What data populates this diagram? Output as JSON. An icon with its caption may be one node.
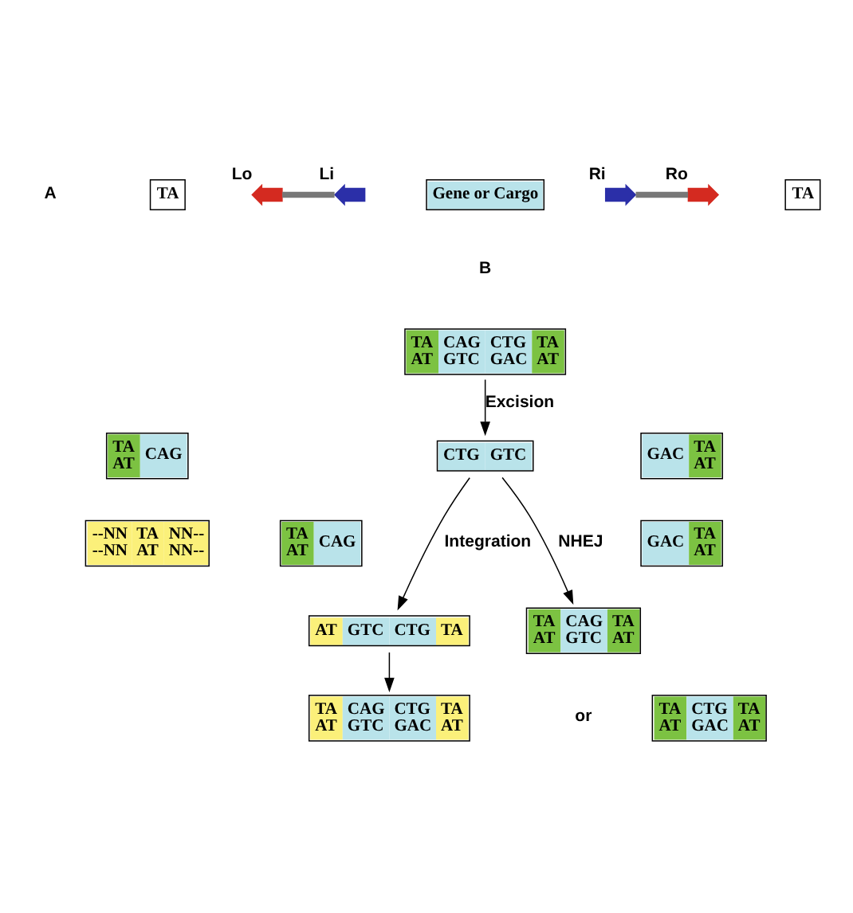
{
  "diagram": {
    "nodes": [
      {
        "text": [
          "TA"
        ]
      },
      {
        "text": [],
        "shape": "chevron",
        "beside": [
          "Lo"
        ]
      },
      {
        "text": [],
        "shape": "chevron",
        "beside": [
          "Li"
        ]
      },
      {
        "text": [
          "Gene or Cargo"
        ]
      },
      {
        "text": [],
        "shape": "chevron",
        "beside": [
          "Ri"
        ]
      },
      {
        "text": [],
        "shape": "chevron",
        "beside": [
          "Ro"
        ]
      },
      {
        "text": [
          "TA"
        ]
      },
      {
        "text": [
          "TA AT",
          "CAG GTC",
          "CTG GAC",
          "TA AT"
        ]
      },
      {
        "text": [
          "TA AT",
          "CAG"
        ]
      },
      {
        "text": [
          "CTG",
          "GTC"
        ]
      },
      {
        "text": [
          "GAC",
          "TA AT"
        ]
      },
      {
        "text": [
          "--NN --NN",
          "TA AT",
          "NN-- NN--"
        ]
      },
      {
        "text": [
          "TA AT",
          "CAG"
        ]
      },
      {
        "text": [
          "GAC",
          "TA AT"
        ]
      },
      {
        "text": [
          "AT",
          "GTC",
          "CTG",
          "TA"
        ]
      },
      {
        "text": [
          "TA AT",
          "CAG GTC",
          "CTG GAC",
          "TA AT"
        ]
      },
      {
        "text": [
          "TA AT",
          "CAG GTC",
          "TA AT"
        ]
      },
      {
        "text": [
          "TA AT",
          "CTG GAC",
          "TA AT"
        ]
      }
    ],
    "edges": [
      {
        "from": 1,
        "to": 2,
        "arrow": "none",
        "style": "thick",
        "color": "#777777"
      },
      {
        "from": 4,
        "to": 5,
        "arrow": "none",
        "style": "thick",
        "color": "#777777"
      },
      {
        "from": 7,
        "to": 9,
        "arrow": "to",
        "label": "Excision"
      },
      {
        "from": 9,
        "to": 14,
        "arrow": "to",
        "label": "Integration"
      },
      {
        "from": 9,
        "to": 16,
        "arrow": "to",
        "label": "NHEJ"
      },
      {
        "from": 14,
        "to": 15,
        "arrow": "to"
      }
    ],
    "labels": [
      "A",
      "B",
      "or"
    ]
  }
}
